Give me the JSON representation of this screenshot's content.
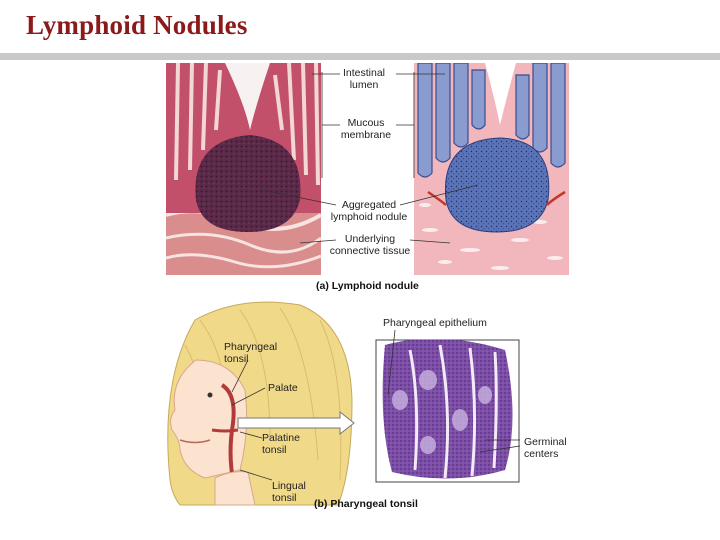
{
  "slide": {
    "title": "Lymphoid Nodules"
  },
  "panel_a": {
    "labels": {
      "intestinal_lumen": [
        "Intestinal",
        "lumen"
      ],
      "mucous_membrane": [
        "Mucous",
        "membrane"
      ],
      "aggregated_nodule": [
        "Aggregated",
        "lymphoid nodule"
      ],
      "connective_tissue": [
        "Underlying",
        "connective tissue"
      ]
    },
    "caption_letter": "(a)",
    "caption_text": "Lymphoid nodule"
  },
  "panel_b": {
    "labels": {
      "pharyngeal_epithelium": "Pharyngeal epithelium",
      "pharyngeal_tonsil": [
        "Pharyngeal",
        "tonsil"
      ],
      "palate": "Palate",
      "palatine_tonsil": [
        "Palatine",
        "tonsil"
      ],
      "lingual_tonsil": [
        "Lingual",
        "tonsil"
      ],
      "germinal_centers": [
        "Germinal",
        "centers"
      ]
    },
    "caption_letter": "(b)",
    "caption_text": "Pharyngeal tonsil"
  },
  "colors": {
    "title": "#8b1a1a",
    "histology_pink": "#c2506a",
    "nodule_dark": "#5a2a48",
    "illustration_blue": "#5b74b8",
    "illustration_pink": "#f2b7bd",
    "tonsil_purple": "#7d4fa6",
    "hair_yellow": "#f1d98a"
  }
}
